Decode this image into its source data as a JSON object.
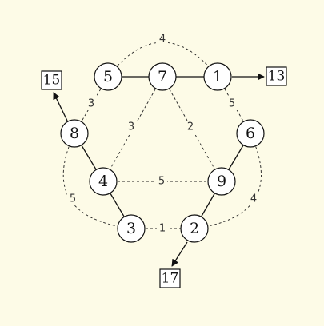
{
  "colors": {
    "background": "#fdfbe7",
    "line": "#111111",
    "node_fill": "#ffffff"
  },
  "diagram": {
    "nodes": [
      {
        "id": "n5",
        "label": "5"
      },
      {
        "id": "n7",
        "label": "7"
      },
      {
        "id": "n1",
        "label": "1"
      },
      {
        "id": "n8",
        "label": "8"
      },
      {
        "id": "n6",
        "label": "6"
      },
      {
        "id": "n4",
        "label": "4"
      },
      {
        "id": "n9",
        "label": "9"
      },
      {
        "id": "n3",
        "label": "3"
      },
      {
        "id": "n2",
        "label": "2"
      }
    ],
    "terminals": [
      {
        "id": "t15",
        "label": "15"
      },
      {
        "id": "t13",
        "label": "13"
      },
      {
        "id": "t17",
        "label": "17"
      }
    ],
    "weights": [
      {
        "id": "w-5-1-arc",
        "label": "4"
      },
      {
        "id": "w-5-8",
        "label": "3"
      },
      {
        "id": "w-1-6",
        "label": "5"
      },
      {
        "id": "w-7-4",
        "label": "3"
      },
      {
        "id": "w-7-9",
        "label": "2"
      },
      {
        "id": "w-4-9",
        "label": "5"
      },
      {
        "id": "w-8-3-arc",
        "label": "5"
      },
      {
        "id": "w-6-2-arc",
        "label": "4"
      },
      {
        "id": "w-3-2",
        "label": "1"
      }
    ]
  }
}
